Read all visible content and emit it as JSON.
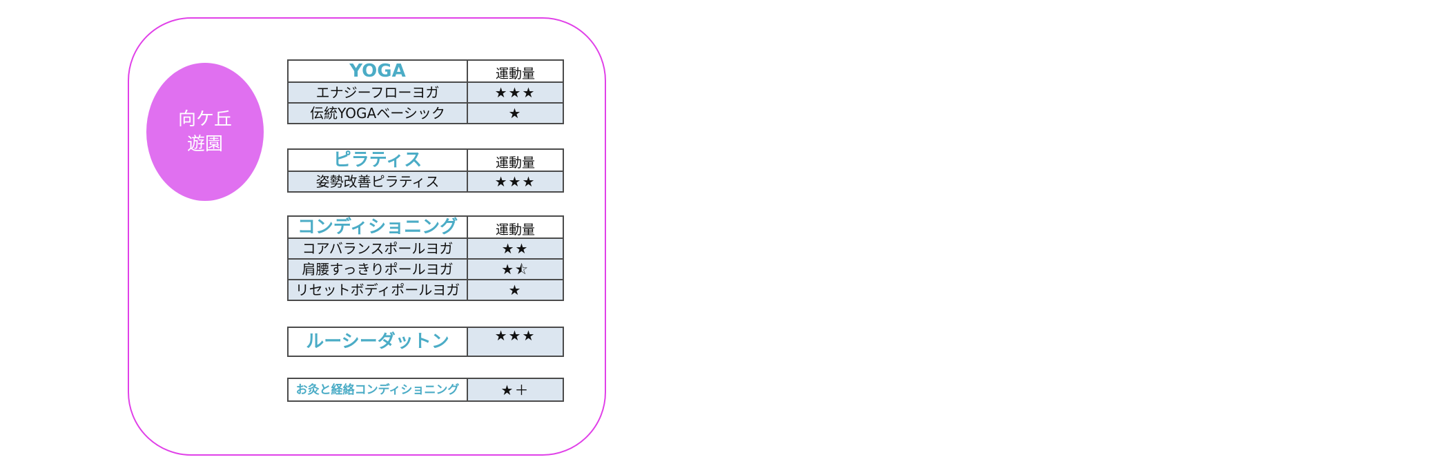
{
  "venue": {
    "line1": "向ケ丘",
    "line2": "遊園"
  },
  "effort_label": "運動量",
  "sections": {
    "yoga": {
      "title": "YOGA",
      "items": [
        {
          "name": "エナジーフローヨガ",
          "stars": "★★★"
        },
        {
          "name": "伝統YOGAベーシック",
          "stars": "★"
        }
      ]
    },
    "pilates": {
      "title": "ピラティス",
      "items": [
        {
          "name": "姿勢改善ピラティス",
          "stars": "★★★"
        }
      ]
    },
    "conditioning": {
      "title": "コンディショニング",
      "items": [
        {
          "name": "コアバランスポールヨガ",
          "stars": "★★"
        },
        {
          "name": "肩腰すっきりポールヨガ",
          "stars": "★⯪"
        },
        {
          "name": "リセットボディポールヨガ",
          "stars": "★"
        }
      ]
    },
    "lucy": {
      "title": "ルーシーダットン",
      "stars": "★★★"
    },
    "moxa": {
      "title": "お灸と経絡コンディショニング",
      "stars": "★＋"
    }
  },
  "colors": {
    "accent_text": "#4bacc6",
    "badge": "#e070f0",
    "card_border": "#e040e8",
    "row_fill": "#dce6f0"
  }
}
